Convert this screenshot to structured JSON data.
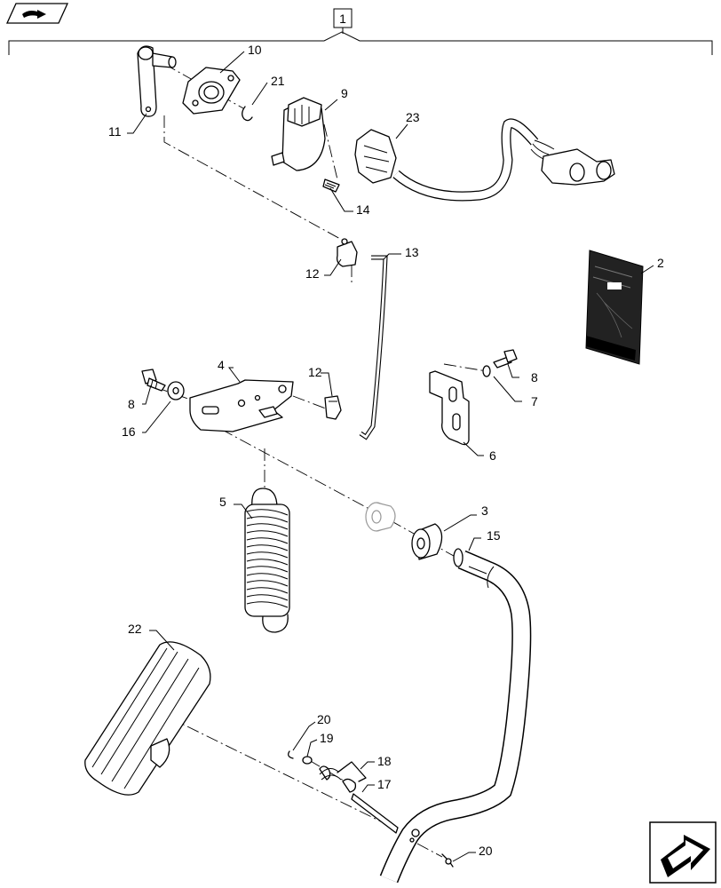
{
  "icons": {
    "top_left": "book-arrow-icon",
    "bottom_right": "next-page-arrow-icon"
  },
  "callouts": {
    "assembly": "1",
    "manual": "2",
    "bushing_3": "3",
    "bracket_4": "4",
    "spring_5": "5",
    "bracket_6": "6",
    "washer_7": "7",
    "bolt_8_right": "8",
    "bolt_8_left": "8",
    "sensor_9": "9",
    "plate_10": "10",
    "lever_11": "11",
    "clip_12_top": "12",
    "clip_12_mid": "12",
    "rod_13": "13",
    "screw_14": "14",
    "pedal_arm_15": "15",
    "washer_16": "16",
    "pin_17": "17",
    "spring_18": "18",
    "washer_19": "19",
    "clip_20_top": "20",
    "clip_20_bottom": "20",
    "clip_21": "21",
    "pedal_pad_22": "22",
    "harness_23": "23"
  }
}
